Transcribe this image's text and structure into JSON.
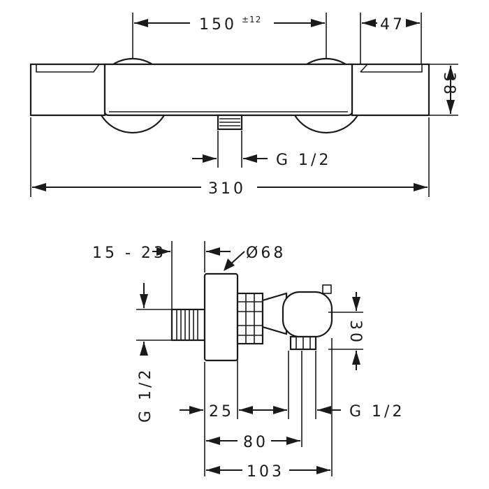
{
  "top_view": {
    "dim_center_distance": "150",
    "dim_center_tolerance": "±12",
    "dim_end_length": "47",
    "dim_height": "38",
    "dim_outlet": "G 1/2",
    "dim_overall_width": "310"
  },
  "side_view": {
    "dim_wall_projection": "15 - 23",
    "dim_flange_diameter": "Ø68",
    "dim_inlet_thread": "G 1/2",
    "dim_flange_depth": "25",
    "dim_outlet_drop": "30",
    "dim_outlet_thread": "G 1/2",
    "dim_depth_80": "80",
    "dim_depth_103": "103"
  }
}
